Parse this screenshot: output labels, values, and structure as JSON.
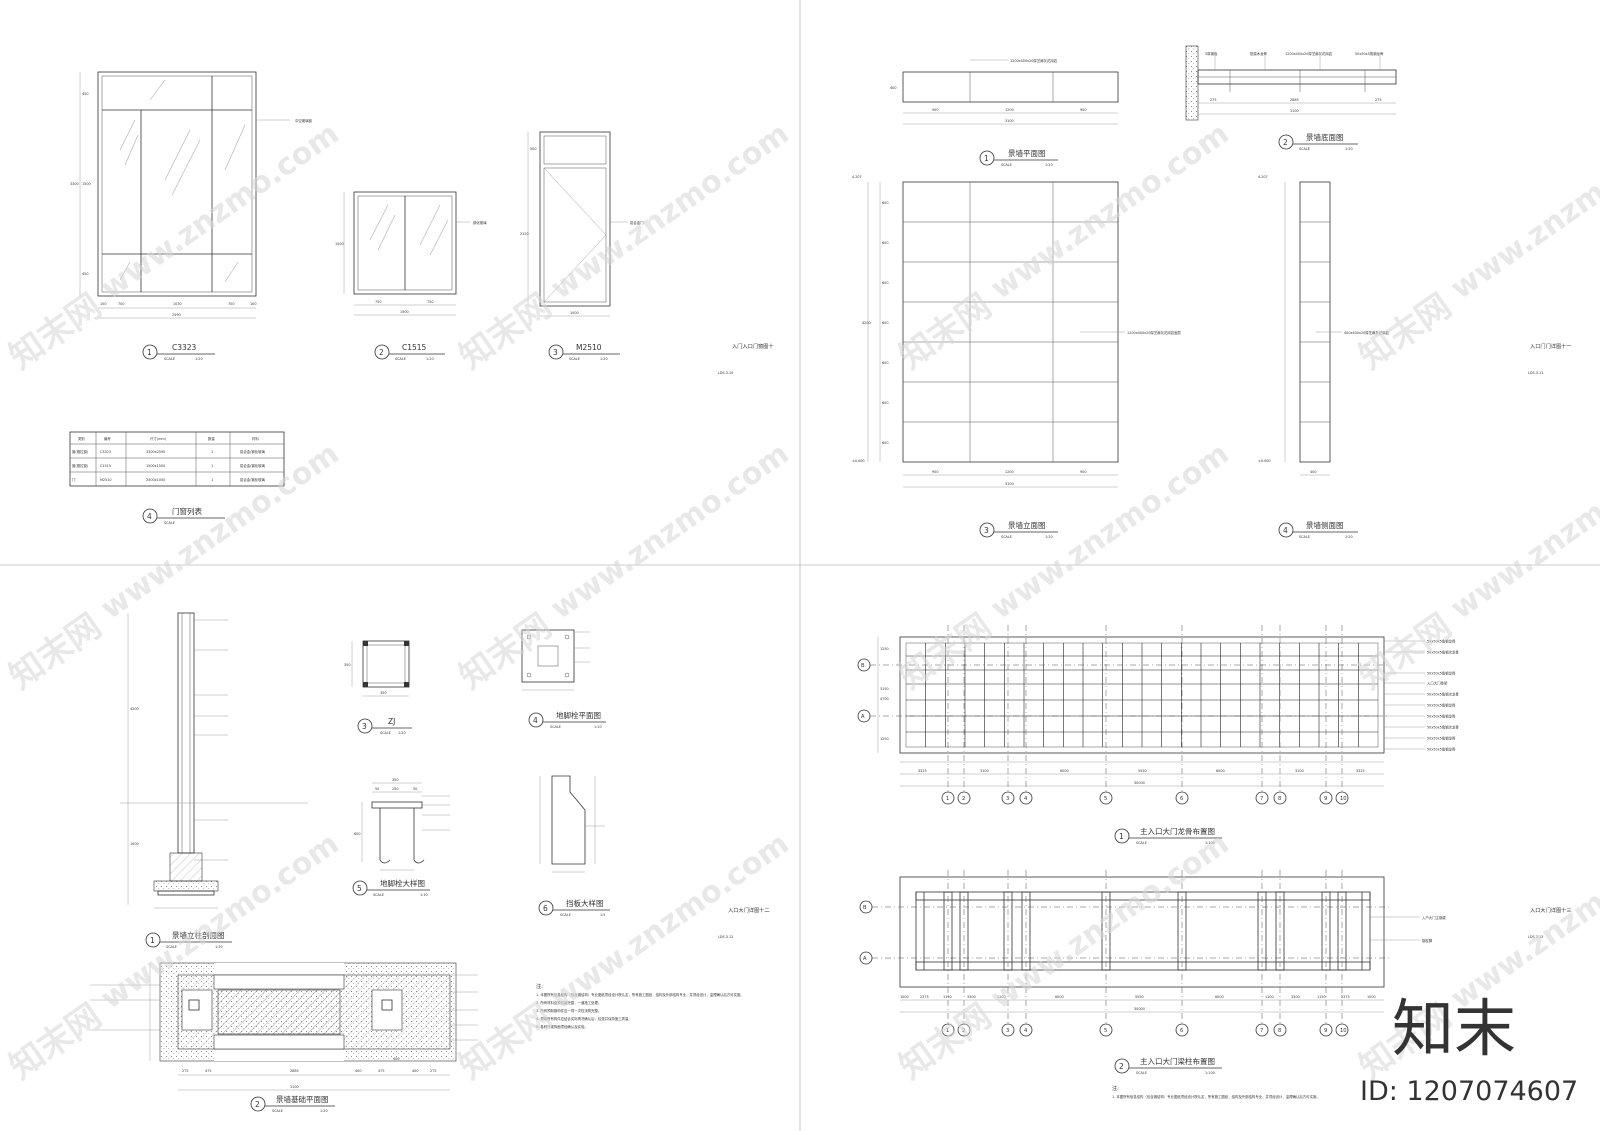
{
  "sheets": {
    "top_left": {
      "title": "入门入口门窗图十",
      "code": "LDS.3.10",
      "items": [
        {
          "num": "1",
          "name": "C3323",
          "scale_word": "SCALE",
          "scale": "1:20"
        },
        {
          "num": "2",
          "name": "C1515",
          "scale_word": "SCALE",
          "scale": "1:20"
        },
        {
          "num": "3",
          "name": "M2510",
          "scale_word": "SCALE",
          "scale": "1:20"
        },
        {
          "num": "4",
          "name": "门窗列表",
          "scale_word": "SCALE",
          "scale": ""
        }
      ],
      "notes": {
        "c3323_glass": "中空玻璃窗",
        "c1515_glass": "钢化玻璃",
        "m2510_door": "铝合金门"
      },
      "dims": {
        "c3323_bottom": [
          "100",
          "700",
          "1030",
          "700",
          "100"
        ],
        "c3323_total": "2590",
        "c3323_left": [
          "450",
          "1500",
          "450"
        ],
        "c3323_height": "3300",
        "c1515_bottom": [
          "750",
          "750"
        ],
        "c1515_total": "1500",
        "c1515_height": "1500",
        "m2510_top": "500",
        "m2510_mid": "2150",
        "m2510_width": "1000"
      },
      "table": {
        "headers": [
          "类别",
          "编号",
          "尺寸(mm)",
          "数量",
          "材料"
        ],
        "rows": [
          [
            "窗(推拉窗)",
            "C3323",
            "3300x2590",
            "1",
            "铝合金/钢化玻璃"
          ],
          [
            "窗(推拉窗)",
            "C1515",
            "1500x1500",
            "1",
            "铝合金/钢化玻璃"
          ],
          [
            "门",
            "M2510",
            "2500x1000",
            "1",
            "铝合金/钢化玻璃"
          ]
        ]
      }
    },
    "top_right": {
      "title": "入口门门详图十一",
      "code": "LDS.3.11",
      "items": [
        {
          "num": "1",
          "name": "景墙平面图",
          "scale_word": "SCALE",
          "scale": "1:20"
        },
        {
          "num": "2",
          "name": "景墙底面图",
          "scale_word": "SCALE",
          "scale": "1:20"
        },
        {
          "num": "3",
          "name": "景墙立面图",
          "scale_word": "SCALE",
          "scale": "1:20"
        },
        {
          "num": "4",
          "name": "景墙侧面图",
          "scale_word": "SCALE",
          "scale": "1:20"
        }
      ],
      "notes": {
        "plan": "1200x400x20厚芝麻灰花岗岩",
        "elev": "1200x400x20厚芝麻灰花岗岩面层",
        "side": "400x400x20厚芝麻灰花岗岩",
        "bottom_a": "5厚钢板",
        "bottom_b": "防腐木龙骨",
        "bottom_c": "1200x400x20厚芝麻灰花岗岩",
        "bottom_d": "50x50x5角钢龙骨"
      },
      "dims": {
        "plan_seg": [
          "900",
          "1200",
          "900"
        ],
        "plan_total": "3100",
        "plan_depth": "400",
        "elev_rows": [
          "600",
          "600",
          "600",
          "600",
          "600",
          "600",
          "600"
        ],
        "elev_total_h": "4200",
        "elev_seg": [
          "900",
          "1200",
          "900"
        ],
        "elev_total": "3100",
        "top_level": "4.207",
        "bottom_level": "±0.000",
        "bottom_seg": [
          "275",
          "2885",
          "275"
        ],
        "bottom_total": "3100",
        "side_width": "400"
      }
    },
    "bottom_left": {
      "title": "入口大门详图十二",
      "code": "LDS.3.12",
      "items": [
        {
          "num": "1",
          "name": "景墙立柱剖面图",
          "scale_word": "SCALE",
          "scale": "1:20"
        },
        {
          "num": "2",
          "name": "景墙基础平面图",
          "scale_word": "SCALE",
          "scale": "1:20"
        },
        {
          "num": "3",
          "name": "ZJ",
          "scale_word": "SCALE",
          "scale": "1:20"
        },
        {
          "num": "4",
          "name": "地脚栓平面图",
          "scale_word": "SCALE",
          "scale": "1:10"
        },
        {
          "num": "5",
          "name": "地脚栓大样图",
          "scale_word": "SCALE",
          "scale": "1:10"
        },
        {
          "num": "6",
          "name": "挡板大样图",
          "scale_word": "SCALE",
          "scale": "1:5"
        }
      ],
      "notes_title": "注:",
      "notes": [
        "1. 本图所有信息结构（包含钢结构）专业图纸须经设计院认定，所有施工图纸，结构及外部结构专业，并须经设计，监理确认后方可实施。",
        "2. 所有材料应须包装完整，一道施工处理。",
        "3. 所有预制钢构件应一同一次性浇筑完整。",
        "4. 现场所有构件应结合实际情况确认后，检查并保持施工质量。",
        "5. 各种外观饰面须经确认及实验。"
      ],
      "dims": {
        "col_top": "4200",
        "col_bottom": "1000",
        "zj_w": "350",
        "zj_h": "350",
        "bolt_w": "350",
        "bolt_seg": [
          "50",
          "250",
          "50"
        ],
        "bolt_h": "600",
        "base_seg": [
          "275",
          "475",
          "2885",
          "475",
          "275"
        ],
        "base_total": "3100",
        "base_seg2": [
          "400",
          "400",
          "400"
        ]
      }
    },
    "bottom_right": {
      "title": "入口大门详图十三",
      "code": "LDS.3.13",
      "items": [
        {
          "num": "1",
          "name": "主入口大门龙骨布置图",
          "scale_word": "SCALE",
          "scale": "1:100"
        },
        {
          "num": "2",
          "name": "主入口大门梁柱布置图",
          "scale_word": "SCALE",
          "scale": "1:100"
        }
      ],
      "axes_h": [
        "1",
        "2",
        "3",
        "4",
        "5",
        "6",
        "7",
        "8",
        "9",
        "10"
      ],
      "axes_v": [
        "A",
        "B"
      ],
      "dims": {
        "top_seg": [
          "3325",
          "3100",
          "6000",
          "5550",
          "6000",
          "3100",
          "3325"
        ],
        "top_total": "30000",
        "side": [
          "4700",
          "1250",
          "3150",
          "1250"
        ],
        "beam_seg": [
          "1000",
          "2375",
          "1150",
          "3300",
          "1100",
          "6000",
          "5550",
          "6000",
          "1100",
          "3300",
          "1150",
          "2375",
          "1000"
        ],
        "beam_total": "30000"
      },
      "notes_title": "注:",
      "notes": [
        "1. 本图所有信息结构（包含钢结构）专业图纸须经设计院认定，所有施工图纸，结构及外部结构专业，并须经设计，监理确认后方可实施。"
      ],
      "legend_right": [
        "50x50x5角钢龙骨",
        "50x50x5角钢次龙骨",
        "50x50x5角钢龙骨",
        "入口大门骨架",
        "50x50x5角钢次龙骨",
        "50x50x5角钢龙骨",
        "50x50x5角钢龙骨",
        "50x50x5角钢次龙骨",
        "50x50x5角钢龙骨",
        "50x50x5角钢龙骨"
      ],
      "legend_beam": [
        "入户大门主钢梁",
        "钢柱脚"
      ]
    }
  },
  "watermark": {
    "site": "www.znzmo.com",
    "brand_cn": "知末网",
    "logo": "知末",
    "id": "ID: 1207074607"
  }
}
